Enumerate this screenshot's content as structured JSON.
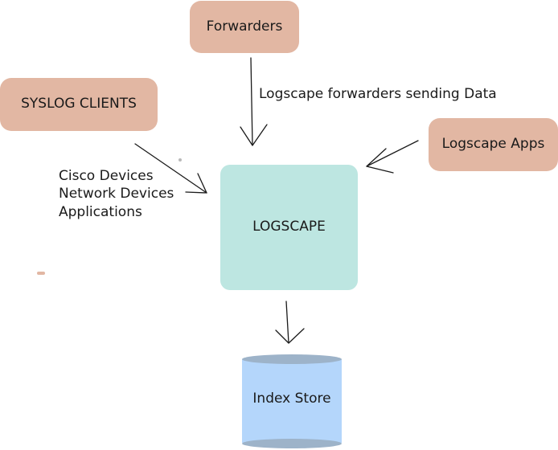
{
  "nodes": {
    "forwarders": "Forwarders",
    "syslog_clients": "SYSLOG CLIENTS",
    "logscape_apps": "Logscape Apps",
    "logscape": "LOGSCAPE",
    "index_store": "Index Store"
  },
  "labels": {
    "forwarders_edge": "Logscape forwarders sending Data",
    "syslog_sources": [
      "Cisco Devices",
      "Network Devices",
      "Applications"
    ]
  },
  "colors": {
    "source_box": "#e2b7a3",
    "core_box": "#bde6e1",
    "store_body": "#b4d6fb",
    "store_rim": "#9db3c9",
    "connector": "#1a1a1a"
  }
}
